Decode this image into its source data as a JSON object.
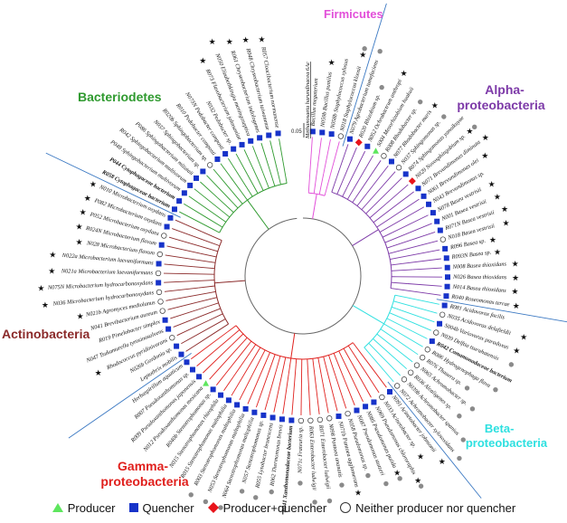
{
  "groups": [
    {
      "key": "bacteroidetes",
      "name": "Bacteriodetes",
      "color": "#2f9a2f"
    },
    {
      "key": "firmicutes",
      "name": "Firmicutes",
      "color": "#e24fd9"
    },
    {
      "key": "alpha",
      "name": "Alpha-proteobacteria",
      "color": "#7d3aa8"
    },
    {
      "key": "actino",
      "name": "Actinobacteria",
      "color": "#8b2a2a"
    },
    {
      "key": "beta",
      "name": "Beta-proteobacteria",
      "color": "#2ee0e0"
    },
    {
      "key": "gamma",
      "name": "Gamma-proteobacteria",
      "color": "#e0201d"
    }
  ],
  "outgroup": "Methanosaeta harundinacea 6Ac",
  "scale_label": "0.05",
  "marker_colors": {
    "producer": "#5ee65e",
    "quencher": "#1733c9",
    "producer_quencher": "#e8141b",
    "neither": "#ffffff",
    "gray": "#8a8a8a"
  },
  "legend": [
    {
      "key": "producer",
      "label": "Producer",
      "shape": "triangle",
      "color": "#5ee65e"
    },
    {
      "key": "quencher",
      "label": "Quencher",
      "shape": "square",
      "color": "#1733c9"
    },
    {
      "key": "producer_quencher",
      "label": "Producer+quencher",
      "shape": "diamond",
      "color": "#e8141b"
    },
    {
      "key": "neither",
      "label": "Neither producer nor quencher",
      "shape": "circle",
      "color": "#ffffff"
    }
  ],
  "leaves": [
    {
      "label": "Bacillus megaterium",
      "group": "firmicutes",
      "m": "square"
    },
    {
      "label": "N059b Bacillus pumilus",
      "group": "firmicutes",
      "m": "square",
      "star": true
    },
    {
      "label": "N058b Staphylococcus xylosus",
      "group": "firmicutes",
      "m": "square"
    },
    {
      "label": "N018 Staphylococcus kloosii",
      "group": "firmicutes",
      "m": "circle",
      "gray": true,
      "star": true
    },
    {
      "label": "N079 Agrobacterium tumefaciens",
      "group": "alpha",
      "m": "square",
      "gray": true
    },
    {
      "label": "R020 Rhizobium sp.",
      "group": "alpha",
      "m": "diamond",
      "gray": true
    },
    {
      "label": "N052 Ochrobactrum anthropi",
      "group": "alpha",
      "m": "square",
      "star": true
    },
    {
      "label": "S004 Mesorhizobium huakuii",
      "group": "alpha",
      "m": "triangle"
    },
    {
      "label": "R008 Rhodobacter sp.",
      "group": "alpha",
      "m": "circle",
      "gray": true
    },
    {
      "label": "N077 Rhodobacter maris",
      "group": "alpha",
      "m": "square",
      "star": true
    },
    {
      "label": "N037 Sphingomonas sp.",
      "group": "alpha",
      "m": "circle",
      "gray": true
    },
    {
      "label": "R074 Sphingomonas yanoikuyae",
      "group": "alpha",
      "m": "square"
    },
    {
      "label": "N029 Novosphingobium sp.",
      "group": "alpha",
      "m": "diamond",
      "gray": true,
      "star": true
    },
    {
      "label": "N071 Brevundimonas diminuta",
      "group": "alpha",
      "m": "square",
      "star": true
    },
    {
      "label": "N061 Brevundimonas olei",
      "group": "alpha",
      "m": "square",
      "star": true
    },
    {
      "label": "N043 Brevundimonas sp.",
      "group": "alpha",
      "m": "square"
    },
    {
      "label": "N078 Basea vestrisii",
      "group": "alpha",
      "m": "square",
      "star": true
    },
    {
      "label": "N001 Basea vestrisii",
      "group": "alpha",
      "m": "square",
      "star": true
    },
    {
      "label": "R071N Basea vestrisii",
      "group": "alpha",
      "m": "square",
      "star": true
    },
    {
      "label": "N018 Basea vestrisii",
      "group": "alpha",
      "m": "circle",
      "star": true
    },
    {
      "label": "R096 Basea sp.",
      "group": "alpha",
      "m": "square",
      "star": true
    },
    {
      "label": "R093N Basea sp.",
      "group": "alpha",
      "m": "square",
      "star": true
    },
    {
      "label": "N008 Basea thioxidans",
      "group": "alpha",
      "m": "square",
      "star": true
    },
    {
      "label": "N026 Basea thioxidans",
      "group": "alpha",
      "m": "square",
      "star": true
    },
    {
      "label": "N014 Basea thioxidans",
      "group": "alpha",
      "m": "square",
      "star": true
    },
    {
      "label": "R040 Roseomonas terrae",
      "group": "alpha",
      "m": "square",
      "star": true
    },
    {
      "label": "R081 Acidovorax facilis",
      "group": "beta",
      "m": "square"
    },
    {
      "label": "N035 Acidovorax delafieldii",
      "group": "beta",
      "m": "circle",
      "star": true
    },
    {
      "label": "S004b Variovorax paradoxus",
      "group": "beta",
      "m": "square",
      "star": true
    },
    {
      "label": "N039 Delftia tsuruhatensis",
      "group": "beta",
      "m": "circle",
      "gray": true
    },
    {
      "label": "R042 Comamonadaceae bacterium",
      "group": "beta",
      "m": "square",
      "bold": true
    },
    {
      "label": "R086 Hydrogenophaga flava",
      "group": "beta",
      "m": "circle",
      "gray": true
    },
    {
      "label": "R076 Thauera sp.",
      "group": "beta",
      "m": "circle",
      "gray": true
    },
    {
      "label": "N065 Achromobacter sp.",
      "group": "beta",
      "m": "circle",
      "gray": true
    },
    {
      "label": "R036 Alcaligenes sp.",
      "group": "beta",
      "m": "circle",
      "gray": true
    },
    {
      "label": "N039b Achromobacter spanius",
      "group": "beta",
      "m": "circle",
      "gray": true
    },
    {
      "label": "N072 Achromobacter xylosoxidans",
      "group": "beta",
      "m": "circle",
      "gray": true
    },
    {
      "label": "N091 Acinetobacter johnsonii",
      "group": "gamma",
      "m": "square",
      "star": true
    },
    {
      "label": "N033 Acinetobacter sp.",
      "group": "gamma",
      "m": "circle",
      "star": true
    },
    {
      "label": "N069 Pseudomonas chlororaphis",
      "group": "gamma",
      "m": "square",
      "gray": true,
      "star": true
    },
    {
      "label": "N085 Pseudomonas putida",
      "group": "gamma",
      "m": "square",
      "gray": true,
      "star": true
    },
    {
      "label": "N087 Pseudomonas stutzeri",
      "group": "gamma",
      "m": "square",
      "gray": true
    },
    {
      "label": "N058 Pseudomonas sp.",
      "group": "gamma",
      "m": "circle",
      "gray": true
    },
    {
      "label": "N071b Pantoea agglomerans",
      "group": "gamma",
      "m": "square",
      "star": true
    },
    {
      "label": "N098 Pantoea ananatis",
      "group": "gamma",
      "m": "circle",
      "gray": true
    },
    {
      "label": "R071 Enterobacter ludwigii",
      "group": "gamma",
      "m": "circle",
      "gray": true
    },
    {
      "label": "R063 Enterobacter ludwigii",
      "group": "gamma",
      "m": "circle",
      "gray": true
    },
    {
      "label": "N071c Frateuria sp.",
      "group": "gamma",
      "m": "circle",
      "gray": true
    },
    {
      "label": "R041 Xanthomonadaceae bacterium",
      "group": "gamma",
      "m": "square",
      "bold": true
    },
    {
      "label": "R062 Thermomonas brevis",
      "group": "gamma",
      "m": "square",
      "gray": true
    },
    {
      "label": "R055 Lysobacter brunescens",
      "group": "gamma",
      "m": "square",
      "gray": true
    },
    {
      "label": "N057 Stenotrophomonas sp.",
      "group": "gamma",
      "m": "square",
      "gray": true
    },
    {
      "label": "N064 Stenotrophomonas maltophilia",
      "group": "gamma",
      "m": "square",
      "gray": true
    },
    {
      "label": "N053 Stenotrophomonas maltophilia",
      "group": "gamma",
      "m": "square",
      "gray": true
    },
    {
      "label": "R003 Stenotrophomonas maltophilia",
      "group": "gamma",
      "m": "square",
      "gray": true
    },
    {
      "label": "R015 Stenotrophomonas maltophilia",
      "group": "gamma",
      "m": "square"
    },
    {
      "label": "N015 Stenotrophomonas rhizophila",
      "group": "gamma",
      "m": "square"
    },
    {
      "label": "R040b Stenotrophomonas sp.",
      "group": "gamma",
      "m": "square"
    },
    {
      "label": "N012 Pseudoxanthomonas mexicana",
      "group": "gamma",
      "m": "triangle"
    },
    {
      "label": "R009 Pseudoxanthomonas japonensis",
      "group": "gamma",
      "m": "square"
    },
    {
      "label": "R007 Pseudoxanthomonas sp.",
      "group": "gamma",
      "m": "square"
    },
    {
      "label": "Herbaspirillum aquaticum",
      "group": "gamma",
      "m": "square"
    },
    {
      "label": "Leptothrix mobilis",
      "group": "actino",
      "m": "square"
    },
    {
      "label": "N026b Gordonia sp.",
      "group": "actino",
      "m": "square"
    },
    {
      "label": "Rhodococcus pyridinivorans",
      "group": "actino",
      "m": "circle",
      "star": true
    },
    {
      "label": "N047 Tsukamurella tyrosinosolvens",
      "group": "actino",
      "m": "square"
    },
    {
      "label": "R019 Pimelobacter simplex",
      "group": "actino",
      "m": "square"
    },
    {
      "label": "N041 Brevibacterium aureum",
      "group": "actino",
      "m": "circle"
    },
    {
      "label": "N021b Agromyces mediolanus",
      "group": "actino",
      "m": "circle",
      "star": true
    },
    {
      "label": "N036 Microbacterium hydrocarbonoxydans",
      "group": "actino",
      "m": "circle",
      "star": true
    },
    {
      "label": "N075N Microbacterium hydrocarbonoxydans",
      "group": "actino",
      "m": "square",
      "star": true
    },
    {
      "label": "N021a Microbacterium laevaniformans",
      "group": "actino",
      "m": "circle",
      "star": true
    },
    {
      "label": "N022a Microbacterium laevaniformans",
      "group": "actino",
      "m": "square",
      "star": true
    },
    {
      "label": "N028 Microbacterium flavum",
      "group": "actino",
      "m": "circle",
      "star": true
    },
    {
      "label": "R024N Microbacterium flavum",
      "group": "actino",
      "m": "square",
      "star": true
    },
    {
      "label": "P052 Microbacterium oxydans",
      "group": "actino",
      "m": "circle",
      "star": true
    },
    {
      "label": "P082 Microbacterium oxydans",
      "group": "actino",
      "m": "square",
      "star": true
    },
    {
      "label": "N010 Microbacterium oxydans",
      "group": "actino",
      "m": "square",
      "star": true
    },
    {
      "label": "R058 Cytophagaceae bacterium",
      "group": "bacteroidetes",
      "m": "square",
      "bold": true
    },
    {
      "label": "P044 Cytophagaceae bacterium",
      "group": "bacteroidetes",
      "m": "square",
      "bold": true
    },
    {
      "label": "P048 Sphingobacterium multivorum",
      "group": "bacteroidetes",
      "m": "square"
    },
    {
      "label": "R042 Sphingobacterium multivorum",
      "group": "bacteroidetes",
      "m": "square"
    },
    {
      "label": "P086 Sphingobacterium mizutaii",
      "group": "bacteroidetes",
      "m": "square"
    },
    {
      "label": "N037 Sphingobacterium sp.",
      "group": "bacteroidetes",
      "m": "square"
    },
    {
      "label": "R020b Sphingobacterium sp.",
      "group": "bacteroidetes",
      "m": "circle"
    },
    {
      "label": "R010 Pedobacter composti",
      "group": "bacteroidetes",
      "m": "square"
    },
    {
      "label": "N073N Pedobacter composti",
      "group": "bacteroidetes",
      "m": "square"
    },
    {
      "label": "N032 Pedobacter sp.",
      "group": "bacteroidetes",
      "m": "square"
    },
    {
      "label": "R073 Flavobacterium johnsoniae",
      "group": "bacteroidetes",
      "m": "square",
      "star": true
    },
    {
      "label": "N050 Elizabethkingia meningoseptica",
      "group": "bacteroidetes",
      "m": "square",
      "star": true
    },
    {
      "label": "R061 Chryseobacterium indologenes",
      "group": "bacteroidetes",
      "m": "square",
      "star": true
    },
    {
      "label": "R048 Chryseobacterium taiwanense",
      "group": "bacteroidetes",
      "m": "square",
      "star": true
    },
    {
      "label": "R057 Cloacibacterium normanense",
      "group": "bacteroidetes",
      "m": "square",
      "star": true
    }
  ]
}
